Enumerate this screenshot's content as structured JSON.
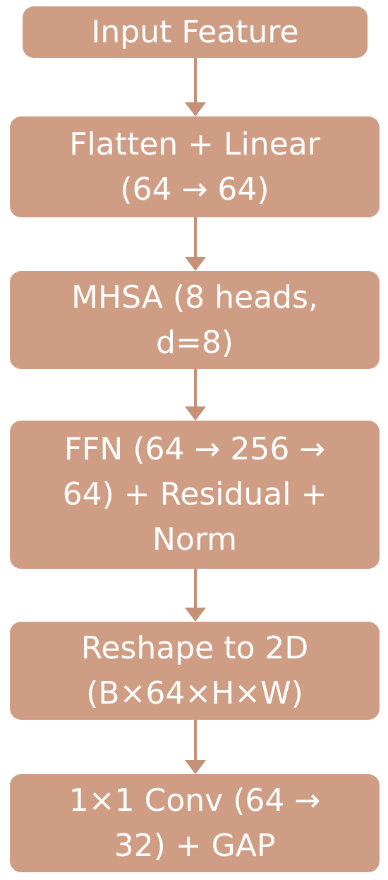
{
  "diagram": {
    "nodes": [
      {
        "id": "input-feature",
        "lines": [
          "Input Feature"
        ]
      },
      {
        "id": "flatten-linear",
        "lines": [
          "Flatten + Linear",
          "(64 → 64)"
        ]
      },
      {
        "id": "mhsa",
        "lines": [
          "MHSA (8 heads,",
          "d=8)"
        ]
      },
      {
        "id": "ffn",
        "lines": [
          "FFN (64 → 256 →",
          "64) + Residual +",
          "Norm"
        ]
      },
      {
        "id": "reshape",
        "lines": [
          "Reshape to 2D",
          "(B×64×H×W)"
        ]
      },
      {
        "id": "conv-gap",
        "lines": [
          "1×1 Conv (64 →",
          "32) + GAP"
        ]
      }
    ],
    "edges": [
      {
        "from": "input-feature",
        "to": "flatten-linear"
      },
      {
        "from": "flatten-linear",
        "to": "mhsa"
      },
      {
        "from": "mhsa",
        "to": "ffn"
      },
      {
        "from": "ffn",
        "to": "reshape"
      },
      {
        "from": "reshape",
        "to": "conv-gap"
      }
    ],
    "colors": {
      "node_fill": "#CF9D84",
      "arrow": "#C49076",
      "text": "#FFFFFF"
    }
  }
}
